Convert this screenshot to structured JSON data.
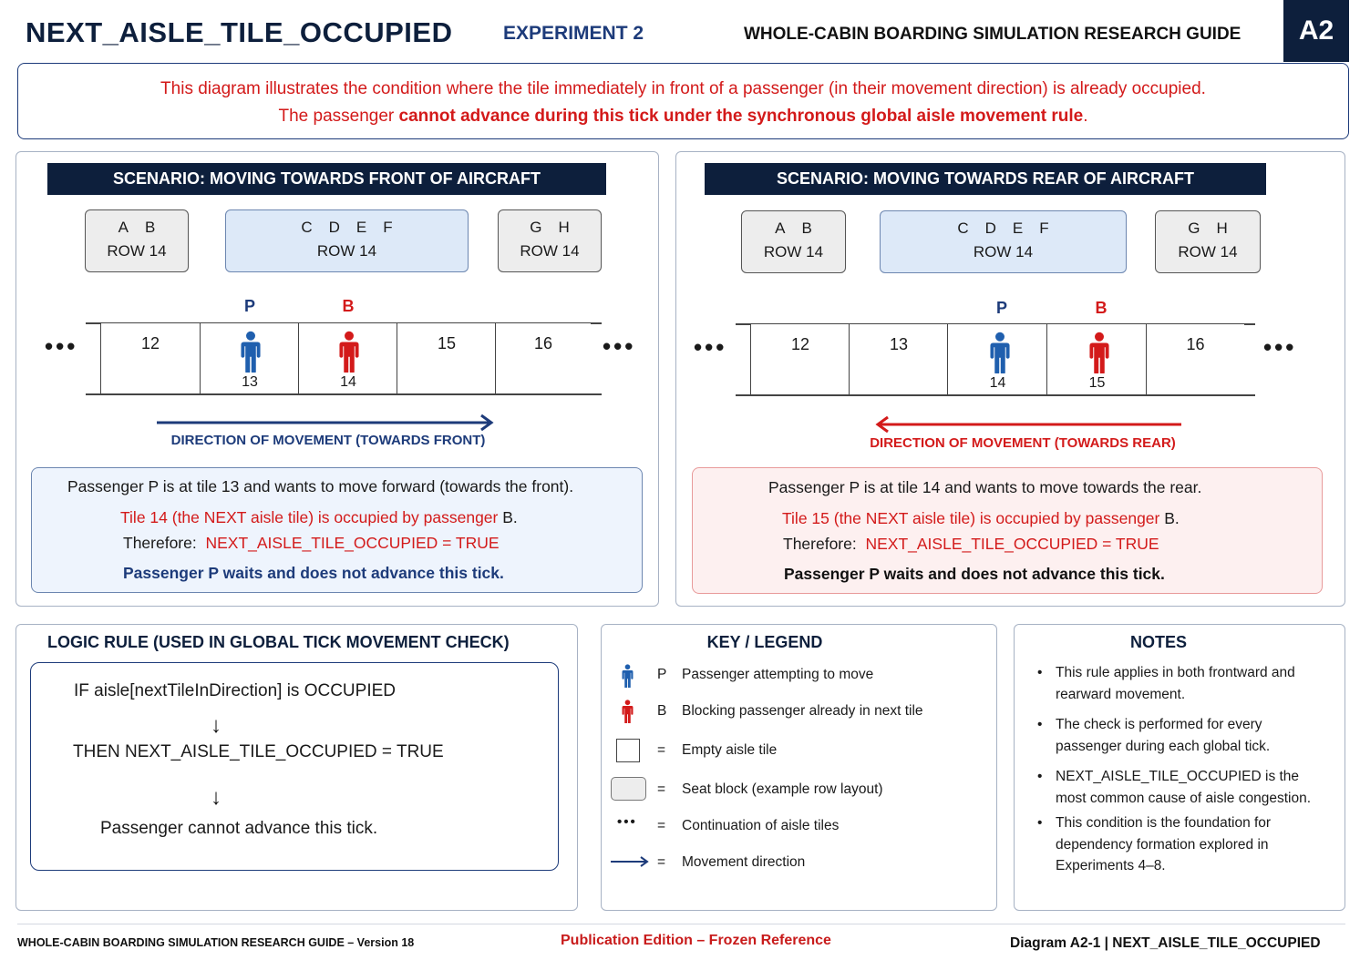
{
  "header": {
    "title": "NEXT_AISLE_TILE_OCCUPIED",
    "experiment": "EXPERIMENT 2",
    "guide": "WHOLE-CABIN BOARDING SIMULATION RESEARCH GUIDE",
    "badge": "A2"
  },
  "intro": {
    "line1": "This diagram illustrates the condition where the tile immediately in front of a passenger (in their movement direction) is already occupied.",
    "line2_a": "The passenger ",
    "line2_b": "cannot advance during this tick under the synchronous global aisle movement rule",
    "line2_c": "."
  },
  "scenario_front": {
    "title": "SCENARIO: MOVING TOWARDS FRONT OF AIRCRAFT",
    "seat_left": {
      "letters": [
        "A",
        "B"
      ],
      "row": "ROW 14"
    },
    "seat_mid": {
      "letters": [
        "C",
        "D",
        "E",
        "F"
      ],
      "row": "ROW 14"
    },
    "seat_right": {
      "letters": [
        "G",
        "H"
      ],
      "row": "ROW 14"
    },
    "dots": "•••",
    "tile_12": "12",
    "tile_13": "13",
    "tile_14": "14",
    "tile_15": "15",
    "tile_16": "16",
    "p_label": "P",
    "b_label": "B",
    "direction": "DIRECTION OF MOVEMENT (TOWARDS FRONT)",
    "info_1": "Passenger P is at tile 13 and wants to move forward (towards the front).",
    "info_2_red": "Tile 14 (the NEXT aisle tile) is occupied by passenger ",
    "info_2_black": "B.",
    "info_3_label": "Therefore:",
    "info_3_value": "NEXT_AISLE_TILE_OCCUPIED = TRUE",
    "info_4": "Passenger P waits and does not advance this tick."
  },
  "scenario_rear": {
    "title": "SCENARIO: MOVING TOWARDS REAR OF AIRCRAFT",
    "seat_left": {
      "letters": [
        "A",
        "B"
      ],
      "row": "ROW 14"
    },
    "seat_mid": {
      "letters": [
        "C",
        "D",
        "E",
        "F"
      ],
      "row": "ROW 14"
    },
    "seat_right": {
      "letters": [
        "G",
        "H"
      ],
      "row": "ROW 14"
    },
    "dots": "•••",
    "tile_12": "12",
    "tile_13": "13",
    "tile_14": "14",
    "tile_15": "15",
    "tile_16": "16",
    "p_label": "P",
    "b_label": "B",
    "direction": "DIRECTION OF MOVEMENT (TOWARDS REAR)",
    "info_1": "Passenger P is at tile 14 and wants to move towards the rear.",
    "info_2_red": "Tile 15 (the NEXT aisle tile) is occupied by passenger ",
    "info_2_black": "B.",
    "info_3_label": "Therefore:",
    "info_3_value": "NEXT_AISLE_TILE_OCCUPIED = TRUE",
    "info_4": "Passenger P waits and does not advance this tick."
  },
  "logic": {
    "title": "LOGIC RULE (USED IN GLOBAL TICK MOVEMENT CHECK)",
    "line1": "IF aisle[nextTileInDirection] is  OCCUPIED",
    "arrow": "↓",
    "line2": "THEN NEXT_AISLE_TILE_OCCUPIED = TRUE",
    "line3": "Passenger cannot advance this tick."
  },
  "legend": {
    "title": "KEY / LEGEND",
    "items": [
      {
        "symbol": "P",
        "text": "Passenger attempting to move"
      },
      {
        "symbol": "B",
        "text": "Blocking passenger already in next tile"
      },
      {
        "symbol": "=",
        "text": "Empty aisle tile"
      },
      {
        "symbol": "=",
        "text": "Seat block (example row layout)"
      },
      {
        "symbol": "=",
        "text": "Continuation of aisle tiles",
        "marker": "•••"
      },
      {
        "symbol": "=",
        "text": "Movement direction"
      }
    ]
  },
  "notes": {
    "title": "NOTES",
    "items": [
      "This rule applies in both frontward and rearward movement.",
      "The check is performed for every passenger during each global tick.",
      "NEXT_AISLE_TILE_OCCUPIED is the most common cause of aisle congestion.",
      "This condition is the foundation for dependency formation explored in Experiments 4–8."
    ]
  },
  "footer": {
    "left": "WHOLE-CABIN BOARDING SIMULATION RESEARCH GUIDE – Version 18",
    "middle": "Publication Edition – Frozen Reference",
    "right": "Diagram A2-1  |  NEXT_AISLE_TILE_OCCUPIED"
  },
  "colors": {
    "navy": "#0d1f3c",
    "blue_accent": "#1d3b7a",
    "passenger_blue": "#1f5fae",
    "blocking_red": "#d31a1a"
  },
  "icons": {
    "passenger": "person-icon-blue",
    "blocker": "person-icon-red",
    "front_arrow": "arrow-right-icon",
    "rear_arrow": "arrow-left-icon"
  }
}
